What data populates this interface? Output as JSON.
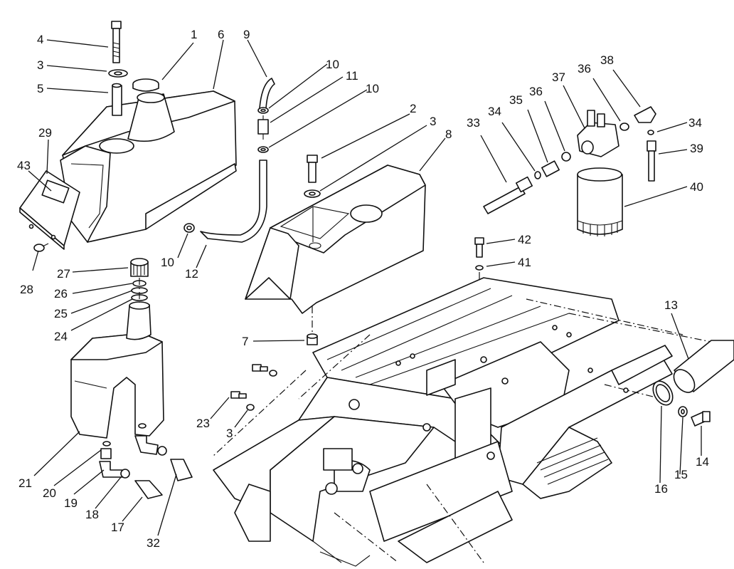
{
  "diagram": {
    "type": "exploded-parts-diagram",
    "callouts": [
      {
        "id": "c1",
        "text": "1"
      },
      {
        "id": "c2",
        "text": "2"
      },
      {
        "id": "c3a",
        "text": "3"
      },
      {
        "id": "c3b",
        "text": "3"
      },
      {
        "id": "c3c",
        "text": "3"
      },
      {
        "id": "c4",
        "text": "4"
      },
      {
        "id": "c5",
        "text": "5"
      },
      {
        "id": "c6",
        "text": "6"
      },
      {
        "id": "c7",
        "text": "7"
      },
      {
        "id": "c8",
        "text": "8"
      },
      {
        "id": "c9",
        "text": "9"
      },
      {
        "id": "c10a",
        "text": "10"
      },
      {
        "id": "c10b",
        "text": "10"
      },
      {
        "id": "c10c",
        "text": "10"
      },
      {
        "id": "c11",
        "text": "11"
      },
      {
        "id": "c12",
        "text": "12"
      },
      {
        "id": "c13",
        "text": "13"
      },
      {
        "id": "c14",
        "text": "14"
      },
      {
        "id": "c15",
        "text": "15"
      },
      {
        "id": "c16",
        "text": "16"
      },
      {
        "id": "c17",
        "text": "17"
      },
      {
        "id": "c18",
        "text": "18"
      },
      {
        "id": "c19",
        "text": "19"
      },
      {
        "id": "c20",
        "text": "20"
      },
      {
        "id": "c21",
        "text": "21"
      },
      {
        "id": "c23",
        "text": "23"
      },
      {
        "id": "c24",
        "text": "24"
      },
      {
        "id": "c25",
        "text": "25"
      },
      {
        "id": "c26",
        "text": "26"
      },
      {
        "id": "c27",
        "text": "27"
      },
      {
        "id": "c28",
        "text": "28"
      },
      {
        "id": "c29",
        "text": "29"
      },
      {
        "id": "c32",
        "text": "32"
      },
      {
        "id": "c33",
        "text": "33"
      },
      {
        "id": "c34a",
        "text": "34"
      },
      {
        "id": "c34b",
        "text": "34"
      },
      {
        "id": "c35",
        "text": "35"
      },
      {
        "id": "c36a",
        "text": "36"
      },
      {
        "id": "c36b",
        "text": "36"
      },
      {
        "id": "c37",
        "text": "37"
      },
      {
        "id": "c38",
        "text": "38"
      },
      {
        "id": "c39",
        "text": "39"
      },
      {
        "id": "c40",
        "text": "40"
      },
      {
        "id": "c41",
        "text": "41"
      },
      {
        "id": "c42",
        "text": "42"
      },
      {
        "id": "c43",
        "text": "43"
      }
    ]
  }
}
